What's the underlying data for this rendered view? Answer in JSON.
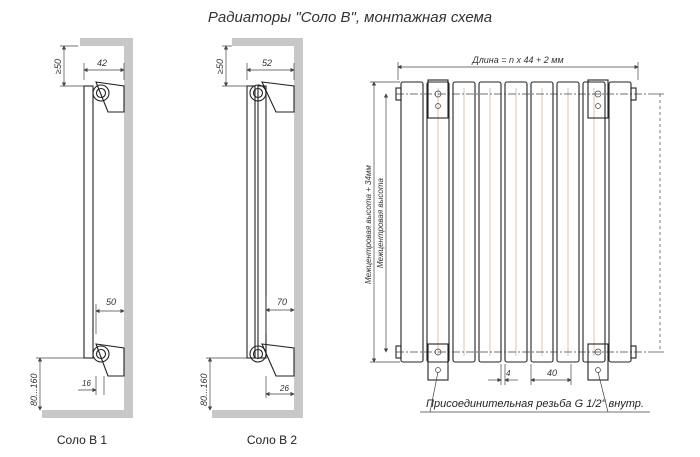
{
  "title": "Радиаторы \"Соло В\", монтажная схема",
  "left": {
    "caption": "Соло В 1",
    "dim_top_gap": "≥50",
    "dim_top_width": "42",
    "dim_lower_width": "50",
    "dim_bottom_offset": "16",
    "dim_floor": "80...160"
  },
  "middle": {
    "caption": "Соло В 2",
    "dim_top_gap": "≥50",
    "dim_top_width": "52",
    "dim_lower_width": "70",
    "dim_bottom_offset": "26",
    "dim_floor": "80...160"
  },
  "front": {
    "dim_length": "Длина = n x 44 + 2 мм",
    "dim_height_outer": "Межцентровая высота + 34мм",
    "dim_height_inner": "Межцентровая высота",
    "dim_gap": "4",
    "dim_section": "40",
    "note": "Присоединительная резьба G 1/2\" внутр."
  },
  "colors": {
    "line": "#222222",
    "wall": "#c8c8c8",
    "dimension": "#444444",
    "accent_line": "#d9b49a"
  }
}
